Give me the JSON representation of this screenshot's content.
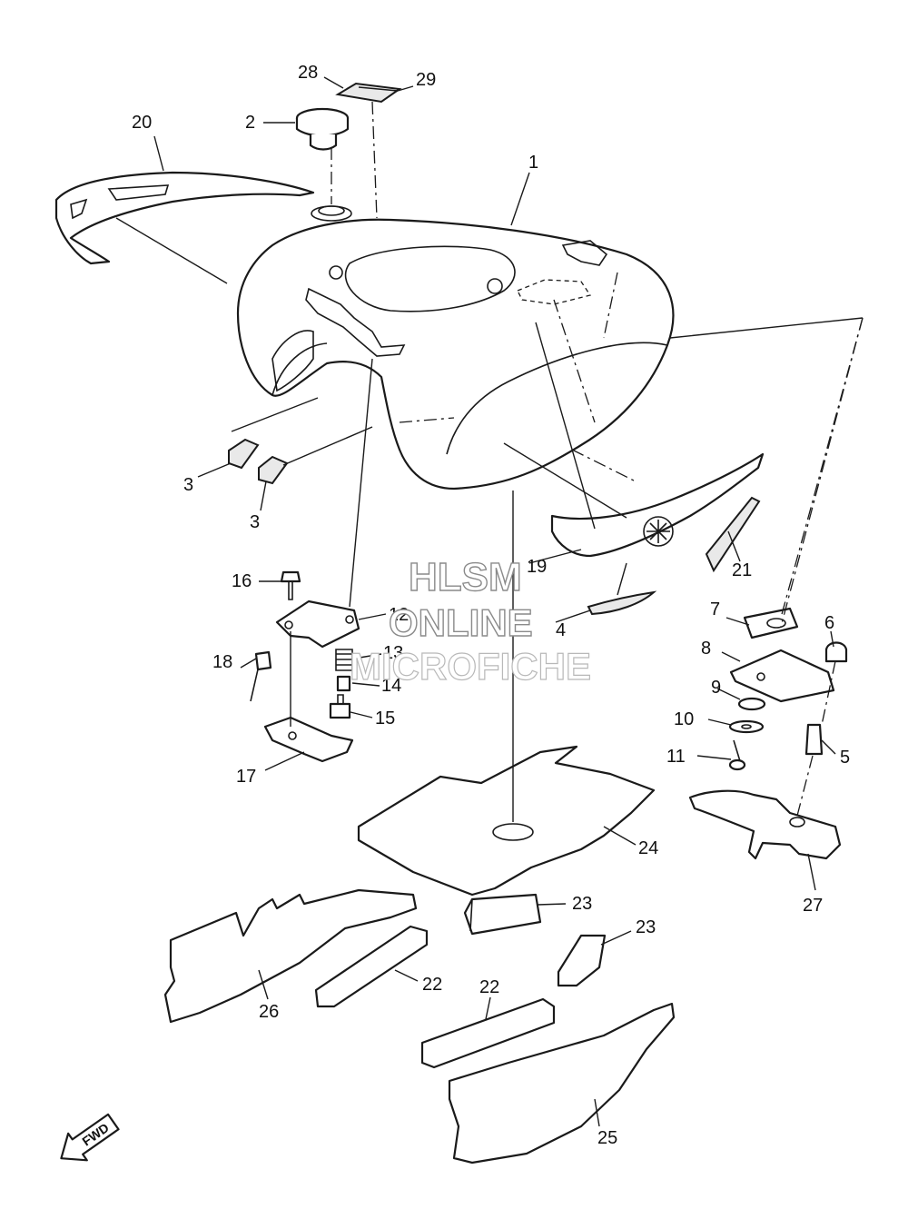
{
  "callouts": [
    "1",
    "2",
    "3",
    "3",
    "4",
    "5",
    "6",
    "7",
    "8",
    "9",
    "10",
    "11",
    "12",
    "13",
    "14",
    "15",
    "16",
    "17",
    "18",
    "19",
    "20",
    "21",
    "22",
    "22",
    "23",
    "23",
    "24",
    "25",
    "26",
    "27",
    "28",
    "29"
  ],
  "watermark": {
    "line1": "HLSM",
    "line2": "ONLINE",
    "line3": "MICROFICHE"
  },
  "direction_marker": "FWD"
}
